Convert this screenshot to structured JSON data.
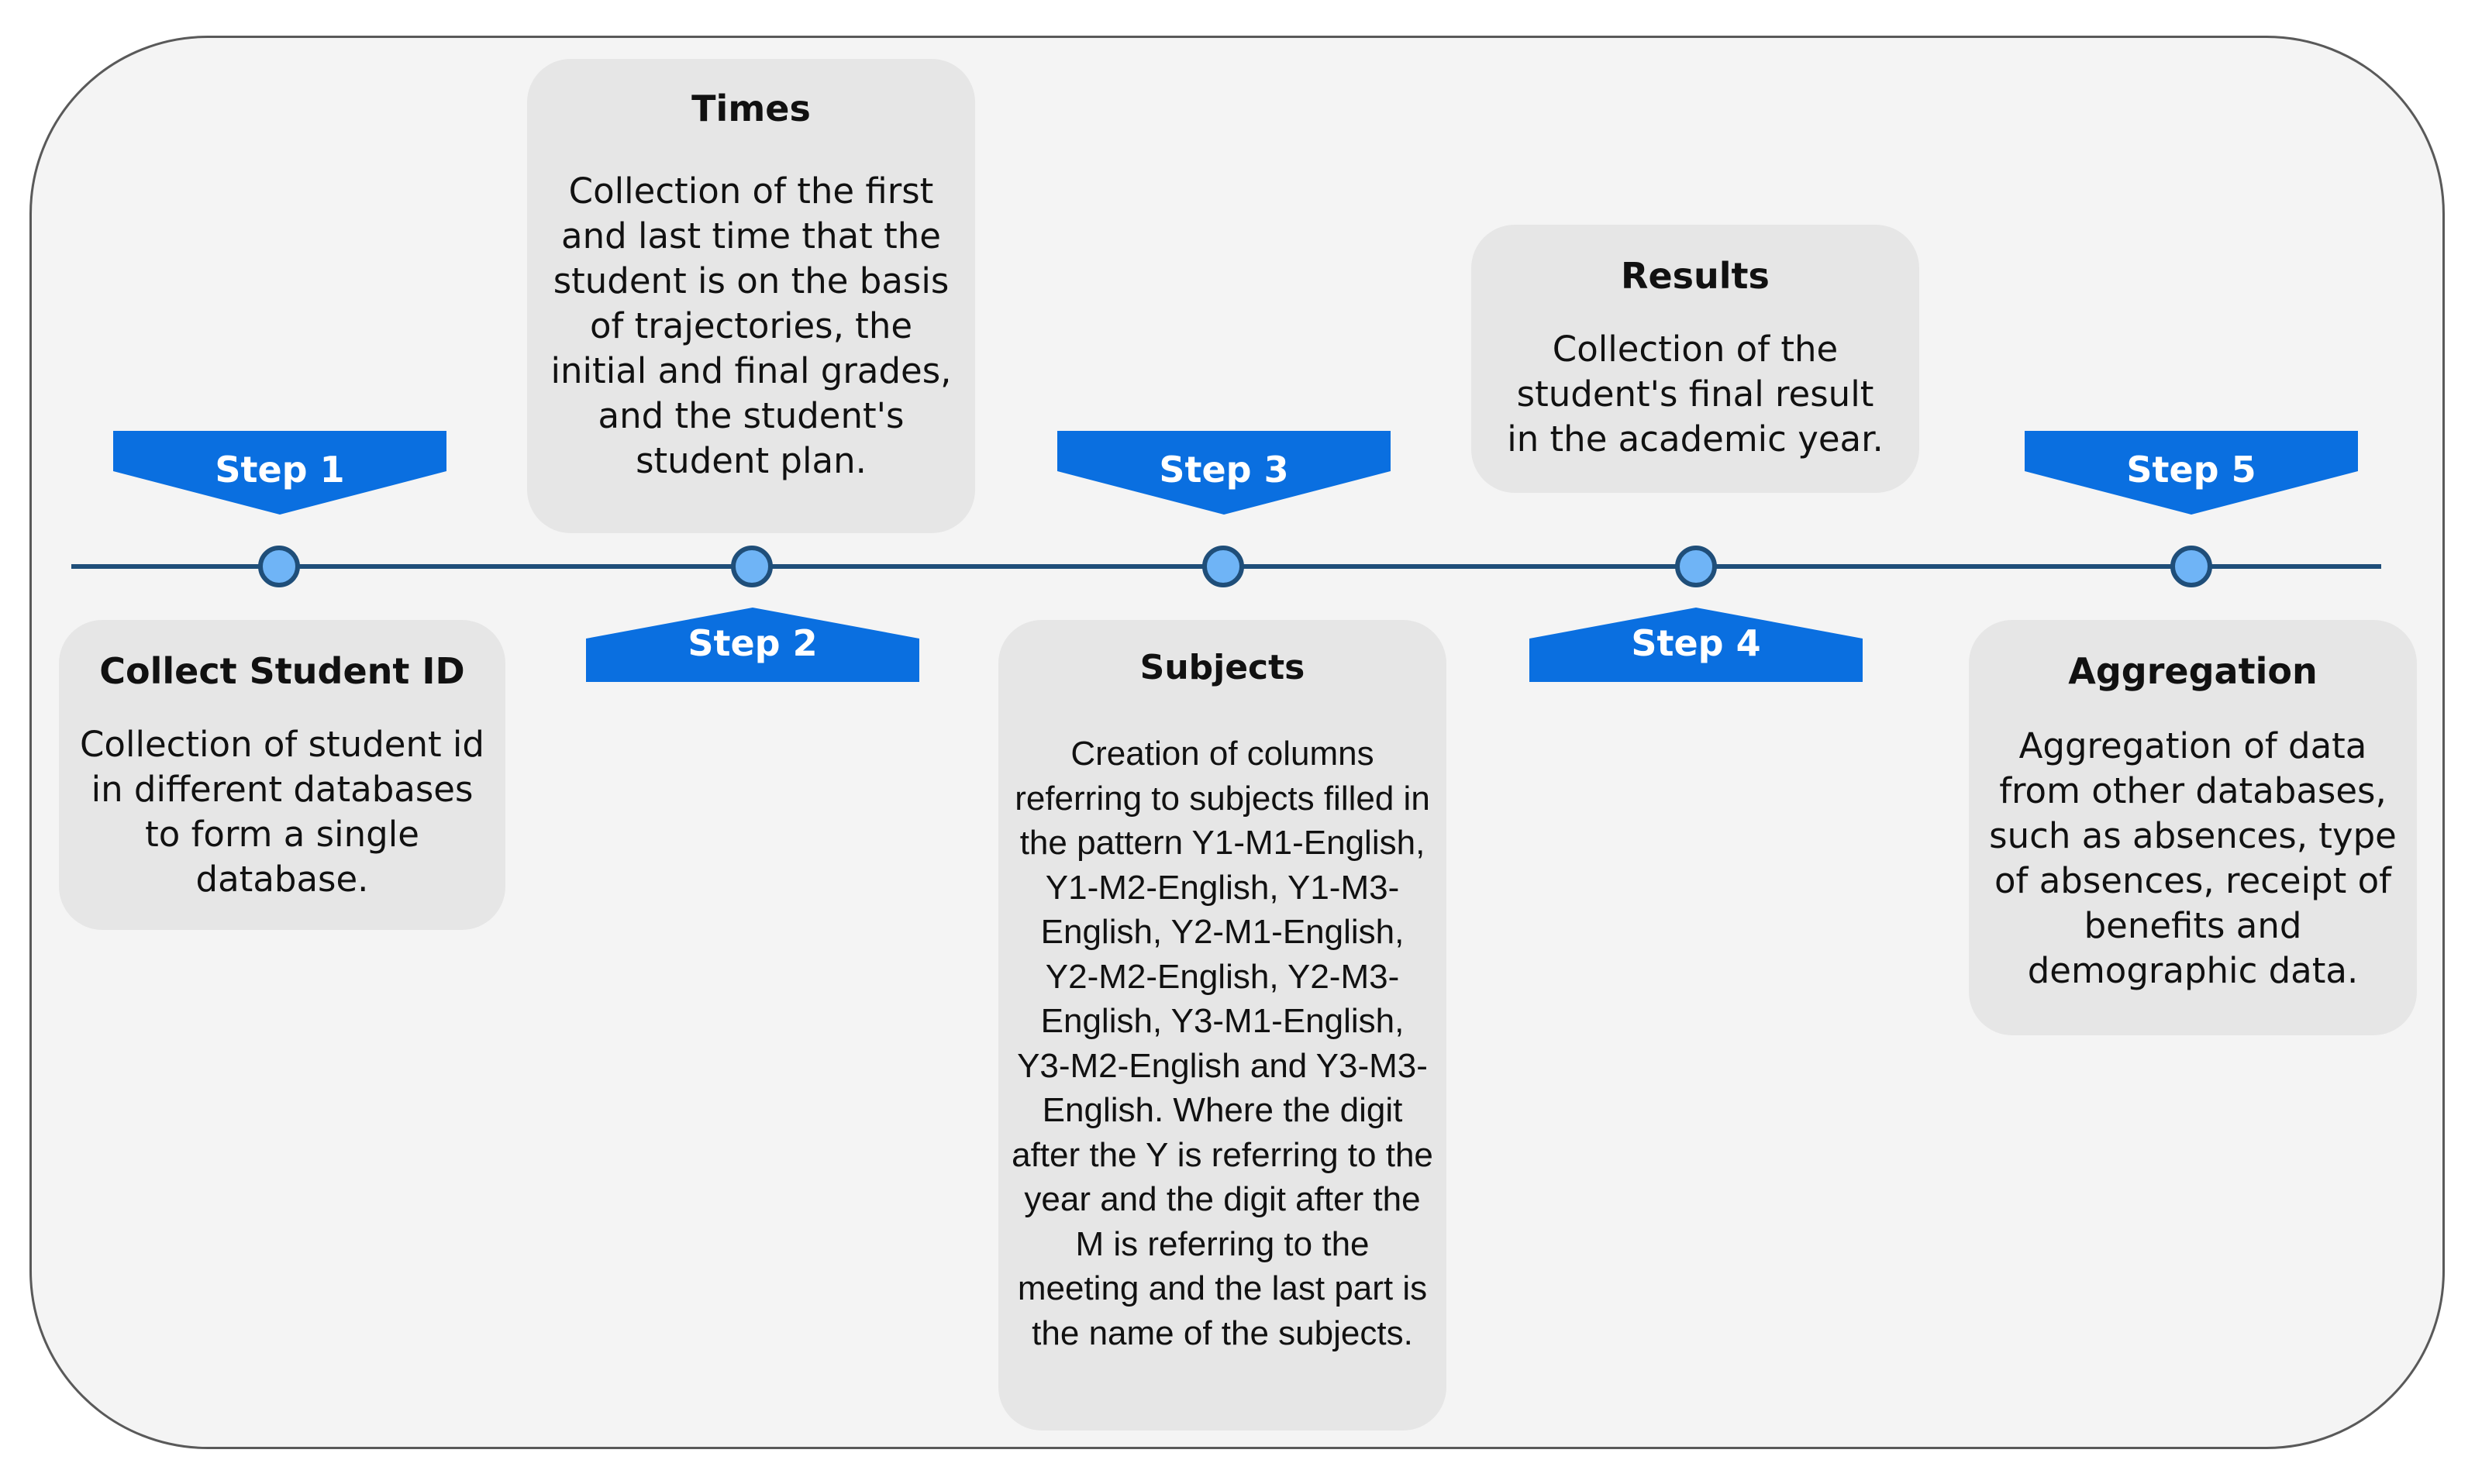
{
  "colors": {
    "flag": "#0a6fe0",
    "timeline": "#1f4e79",
    "node_fill": "#6fb4f6",
    "box_bg": "#e6e6e6",
    "frame_bg": "#f4f4f4"
  },
  "steps": [
    {
      "label": "Step 1",
      "title": "Collect Student ID",
      "text": "Collection of student id in different databases to form a single database."
    },
    {
      "label": "Step 2",
      "title": "Times",
      "text": "Collection of the first and last time that the student is on the basis of trajectories, the initial and final grades, and the student's student plan."
    },
    {
      "label": "Step 3",
      "title": "Subjects",
      "text": "Creation of columns referring to subjects filled in the pattern Y1-M1-English, Y1-M2-English, Y1-M3-English, Y2-M1-English, Y2-M2-English, Y2-M3-English, Y3-M1-English, Y3-M2-English and Y3-M3-English. Where the digit after the Y is referring to the year and the digit after the M is referring to the meeting and the last part is the name of the subjects."
    },
    {
      "label": "Step 4",
      "title": "Results",
      "text": "Collection of the student's final result in the academic year."
    },
    {
      "label": "Step 5",
      "title": "Aggregation",
      "text": "Aggregation of data from other databases, such as absences, type of absences, receipt of benefits and demographic data."
    }
  ]
}
